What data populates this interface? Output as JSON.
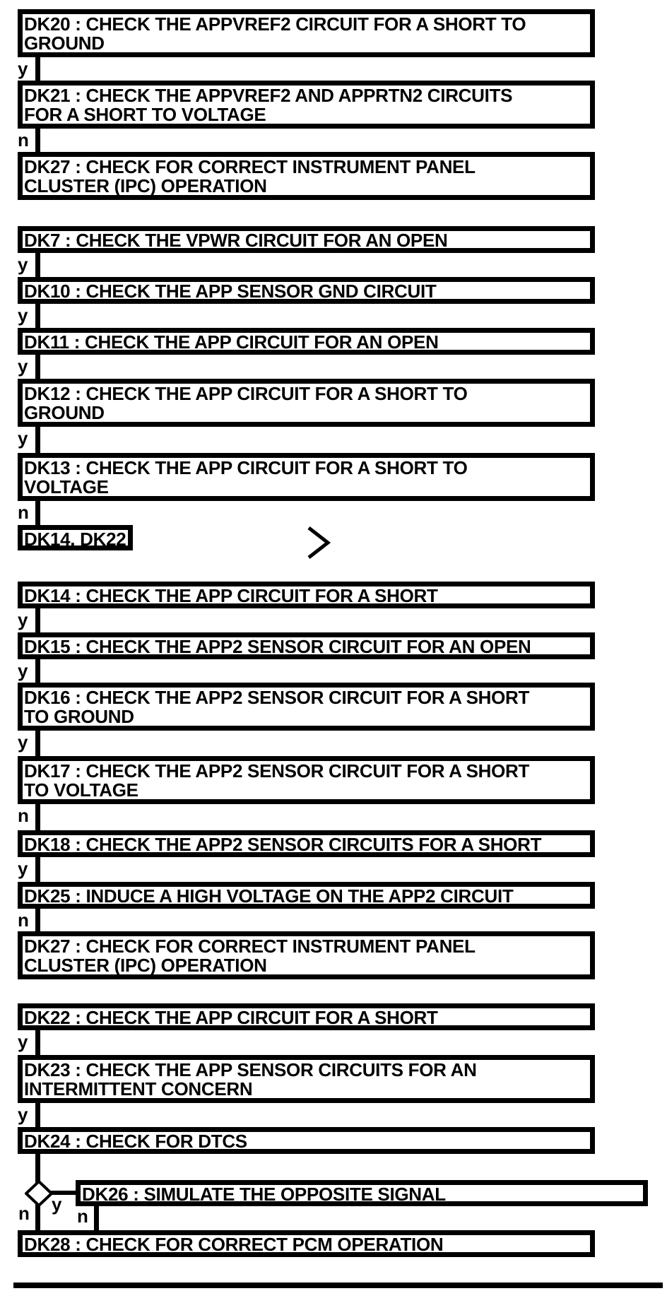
{
  "page": {
    "background_color": "#ffffff",
    "ink_color": "#000000",
    "description": "Pinpoint test flowchart"
  },
  "flowchart": {
    "connector_labels": {
      "yes": "y",
      "no": "n"
    },
    "icons": {
      "flow_continuation": "chevron-right",
      "decision": "diamond"
    },
    "nodes": {
      "dk20": {
        "id": "DK20",
        "lines": [
          "DK20 : CHECK THE APPVREF2 CIRCUIT FOR A SHORT TO",
          "GROUND"
        ]
      },
      "dk21": {
        "id": "DK21",
        "lines": [
          "DK21 : CHECK THE APPVREF2 AND APPRTN2 CIRCUITS",
          "FOR A SHORT TO VOLTAGE"
        ]
      },
      "dk27a": {
        "id": "DK27",
        "lines": [
          "DK27 : CHECK FOR CORRECT INSTRUMENT PANEL",
          "CLUSTER (IPC) OPERATION"
        ]
      },
      "dk7": {
        "id": "DK7",
        "lines": [
          "DK7 : CHECK THE VPWR CIRCUIT FOR AN OPEN"
        ]
      },
      "dk10": {
        "id": "DK10",
        "lines": [
          "DK10 : CHECK THE APP SENSOR GND CIRCUIT"
        ]
      },
      "dk11": {
        "id": "DK11",
        "lines": [
          "DK11 : CHECK THE APP CIRCUIT FOR AN OPEN"
        ]
      },
      "dk12": {
        "id": "DK12",
        "lines": [
          "DK12 : CHECK THE APP CIRCUIT FOR A SHORT TO",
          "GROUND"
        ]
      },
      "dk13": {
        "id": "DK13",
        "lines": [
          "DK13 : CHECK THE APP CIRCUIT FOR A SHORT TO",
          "VOLTAGE"
        ]
      },
      "dk14_dk22_ref": {
        "id": "DK14, DK22",
        "lines": [
          "DK14, DK22"
        ]
      },
      "dk14": {
        "id": "DK14",
        "lines": [
          "DK14 : CHECK THE APP CIRCUIT FOR A SHORT"
        ]
      },
      "dk15": {
        "id": "DK15",
        "lines": [
          "DK15 : CHECK THE APP2 SENSOR CIRCUIT FOR AN OPEN"
        ]
      },
      "dk16": {
        "id": "DK16",
        "lines": [
          "DK16 : CHECK THE APP2 SENSOR CIRCUIT FOR A SHORT",
          "TO GROUND"
        ]
      },
      "dk17": {
        "id": "DK17",
        "lines": [
          "DK17 : CHECK THE APP2 SENSOR CIRCUIT FOR A SHORT",
          "TO VOLTAGE"
        ]
      },
      "dk18": {
        "id": "DK18",
        "lines": [
          "DK18 : CHECK THE APP2 SENSOR CIRCUITS FOR A SHORT"
        ]
      },
      "dk25": {
        "id": "DK25",
        "lines": [
          "DK25 : INDUCE A HIGH VOLTAGE ON THE APP2 CIRCUIT"
        ]
      },
      "dk27b": {
        "id": "DK27",
        "lines": [
          "DK27 : CHECK FOR CORRECT INSTRUMENT PANEL",
          "CLUSTER (IPC) OPERATION"
        ]
      },
      "dk22": {
        "id": "DK22",
        "lines": [
          "DK22 : CHECK THE APP CIRCUIT FOR A SHORT"
        ]
      },
      "dk23": {
        "id": "DK23",
        "lines": [
          "DK23 : CHECK THE APP SENSOR CIRCUITS FOR AN",
          "INTERMITTENT CONCERN"
        ]
      },
      "dk24": {
        "id": "DK24",
        "lines": [
          "DK24 : CHECK FOR DTCS"
        ]
      },
      "dk26": {
        "id": "DK26",
        "lines": [
          "DK26 : SIMULATE THE OPPOSITE SIGNAL"
        ]
      },
      "dk28": {
        "id": "DK28",
        "lines": [
          "DK28 : CHECK FOR CORRECT PCM OPERATION"
        ]
      }
    }
  }
}
